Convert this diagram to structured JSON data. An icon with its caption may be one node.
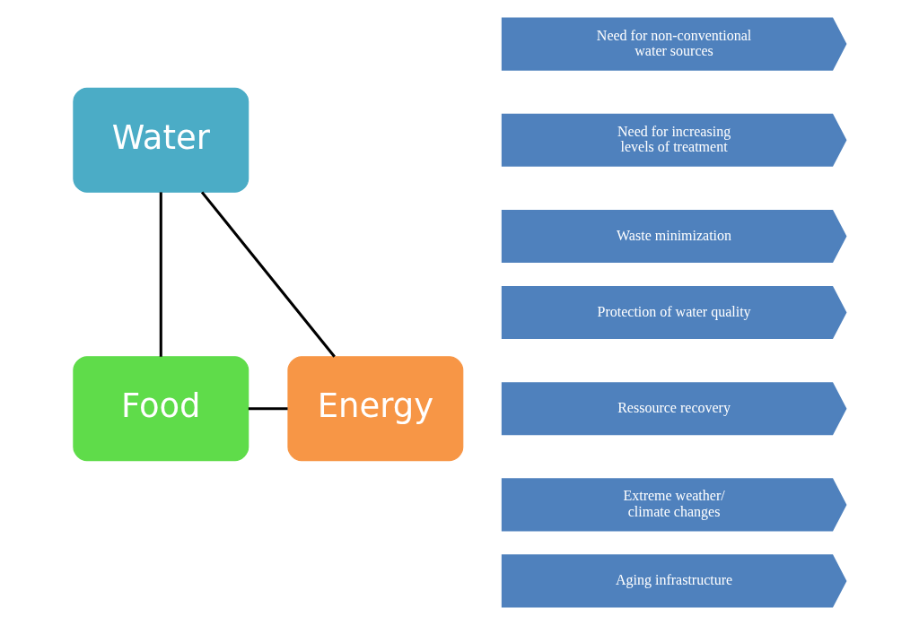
{
  "diagram": {
    "nodes": [
      {
        "text": [
          "Water"
        ]
      },
      {
        "text": [
          "Energy"
        ]
      },
      {
        "text": [
          "Food"
        ]
      },
      {
        "text": [
          "Need for non-conventional water sources"
        ]
      },
      {
        "text": [
          "Need for increasing levels of treatment"
        ]
      },
      {
        "text": [
          "Waste minimization"
        ]
      },
      {
        "text": [
          "Protection of water quality"
        ]
      },
      {
        "text": [
          "Ressource recovery"
        ]
      },
      {
        "text": [
          "Extreme weather/ climate changes"
        ]
      },
      {
        "text": [
          "Aging infrastructure"
        ]
      }
    ],
    "edges": [
      {
        "from": 0,
        "to": 2,
        "arrow": "none"
      },
      {
        "from": 2,
        "to": 1,
        "arrow": "none"
      },
      {
        "from": 1,
        "to": 0,
        "arrow": "none"
      }
    ]
  }
}
